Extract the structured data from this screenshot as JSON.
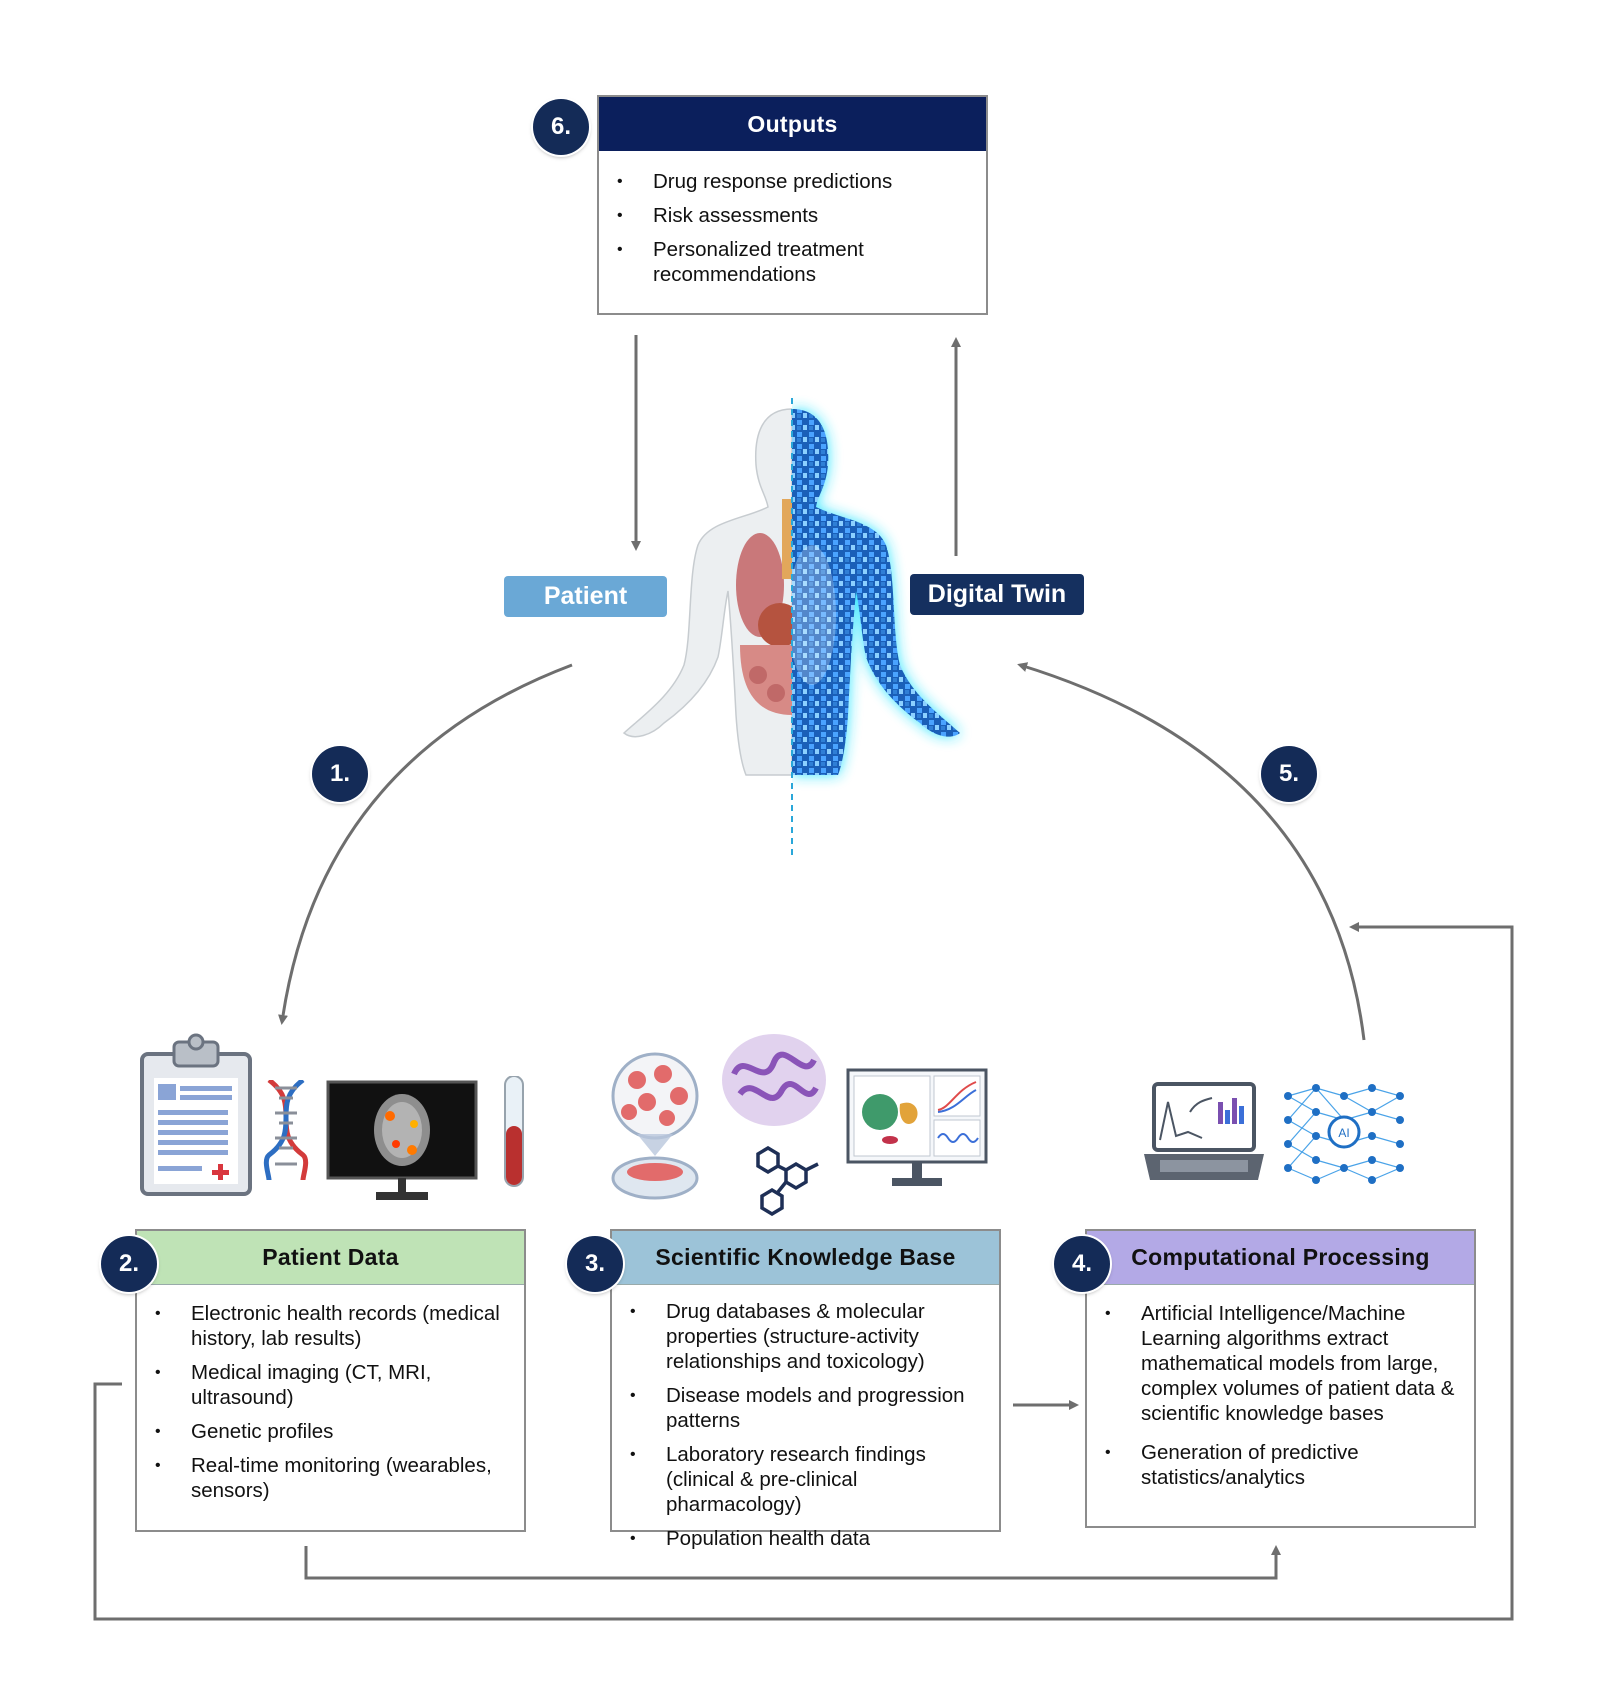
{
  "outputs": {
    "number": "6.",
    "title": "Outputs",
    "items": [
      "Drug response predictions",
      "Risk assessments",
      "Personalized treatment recommendations"
    ]
  },
  "labels": {
    "patient": "Patient",
    "digital_twin": "Digital Twin"
  },
  "steps": {
    "one": "1.",
    "five": "5."
  },
  "patient_data": {
    "number": "2.",
    "title": "Patient Data",
    "items": [
      "Electronic health records (medical history, lab results)",
      "Medical imaging (CT, MRI, ultrasound)",
      "Genetic profiles",
      "Real-time monitoring (wearables, sensors)"
    ]
  },
  "knowledge_base": {
    "number": "3.",
    "title": "Scientific Knowledge Base",
    "items": [
      "Drug databases & molecular properties (structure-activity relationships and toxicology)",
      "Disease models and progression patterns",
      "Laboratory research findings (clinical & pre-clinical pharmacology)",
      "Population health data"
    ]
  },
  "computation": {
    "number": "4.",
    "title": "Computational Processing",
    "items": [
      "Artificial Intelligence/Machine Learning algorithms extract mathematical models from large, complex volumes of patient data & scientific knowledge bases",
      "Generation of predictive statistics/analytics"
    ]
  },
  "icons": {
    "ai_label": "AI"
  },
  "colors": {
    "navy": "#142b57",
    "outputs_header": "#0b1f5c",
    "patient_pill": "#6aa8d6",
    "digital_twin_pill": "#15305f",
    "patient_data_header": "#bfe3b6",
    "knowledge_header": "#9cc3d8",
    "computation_header": "#b3a9e6",
    "arrow": "#6e6e6e"
  }
}
